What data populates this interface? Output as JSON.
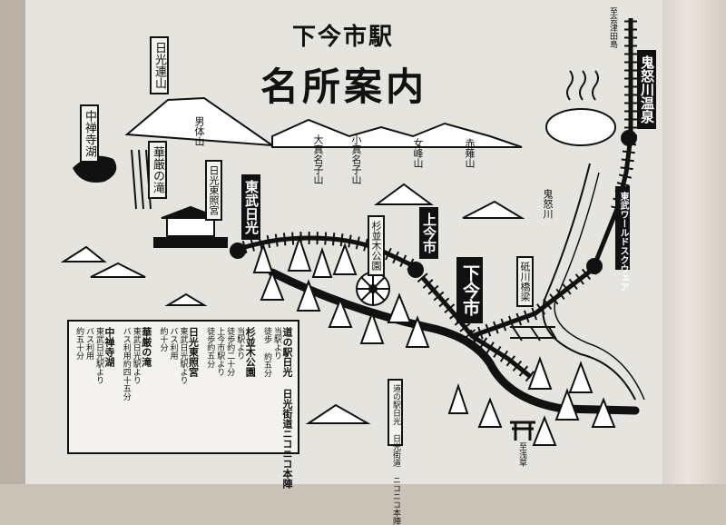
{
  "title": {
    "station": "下今市駅",
    "main": "名所案内"
  },
  "stations": {
    "tobu_nikko": "東武日光",
    "kamiimaichi": "上今市",
    "shimoimaichi": "下今市",
    "kinugawa_onsen": "鬼怒川温泉",
    "tobu_world_square": "東武ワールドスクウェア"
  },
  "places": {
    "nikko_renzan": "日光連山",
    "chuzenji_ko": "中禅寺湖",
    "kegon_taki": "華厳の滝",
    "nikko_toshogu": "日光東照宮",
    "nantaisan": "男体山",
    "omanago": "大真名子山",
    "komanago": "小真名子山",
    "nyohosan": "女峰山",
    "akanagi": "赤薙山",
    "sugi_namiki": "杉並木公園",
    "kinugawa_river": "鬼怒川",
    "togawa_bridge": "砥川橋梁",
    "honjin": "道の駅日光 日光街道 ニコニコ本陣",
    "to_aizu": "至会津田島",
    "to_asakusa": "至浅草"
  },
  "legend": {
    "columns": [
      {
        "name": "中禅寺湖",
        "lines": [
          "東武日光駅より",
          "バス利用",
          "約五十分"
        ]
      },
      {
        "name": "華厳の滝",
        "lines": [
          "東武日光駅より",
          "バス利用約四十五分"
        ]
      },
      {
        "name": "日光東照宮",
        "lines": [
          "東武日光駅より",
          "バス利用",
          "約十分"
        ]
      },
      {
        "name": "杉並木公園",
        "lines": [
          "当駅より",
          "徒歩約二十分",
          "上今市駅より",
          "徒歩約五分"
        ]
      },
      {
        "name": "道の駅日光 日光街道ニコニコ本陣",
        "lines": [
          "当駅より",
          "徒歩 約五分"
        ]
      }
    ]
  },
  "colors": {
    "ink": "#111111",
    "panel": "#e6e4df",
    "frame": "#d9d4cb"
  }
}
